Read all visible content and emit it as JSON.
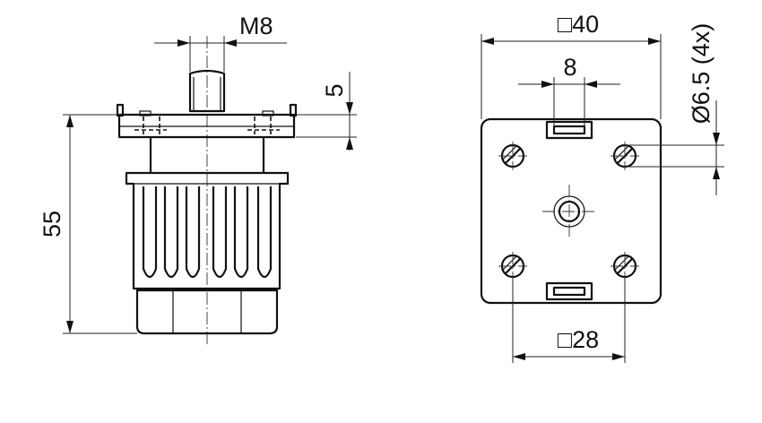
{
  "dimensions": {
    "thread": "M8",
    "flange_thickness": "5",
    "height": "55",
    "base_size": "□40",
    "slot_width": "8",
    "hole_diameter": "Ø6.5 (4x)",
    "hole_spacing": "□28"
  }
}
